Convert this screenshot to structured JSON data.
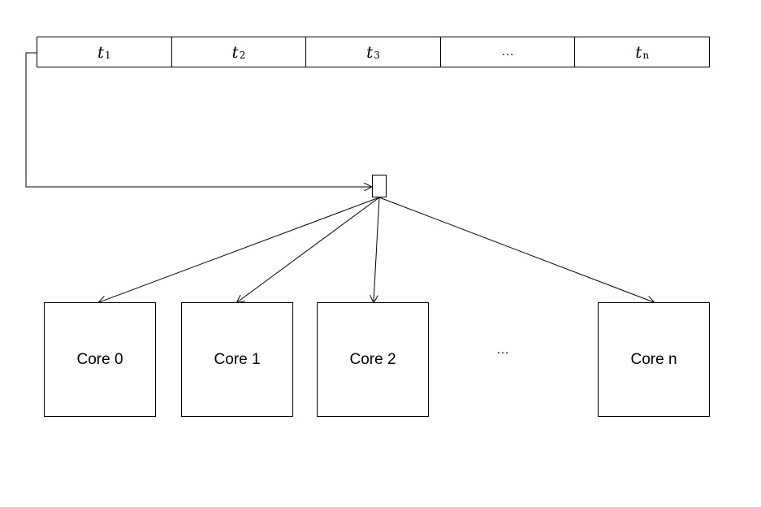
{
  "queue": {
    "cells": [
      {
        "var": "t",
        "sub": "1"
      },
      {
        "var": "t",
        "sub": "2"
      },
      {
        "var": "t",
        "sub": "3"
      },
      {
        "var": "…",
        "sub": ""
      },
      {
        "var": "t",
        "sub": "n"
      }
    ]
  },
  "cores": {
    "labels": [
      "Core 0",
      "Core 1",
      "Core 2",
      "Core n"
    ],
    "ellipsis": "…"
  }
}
